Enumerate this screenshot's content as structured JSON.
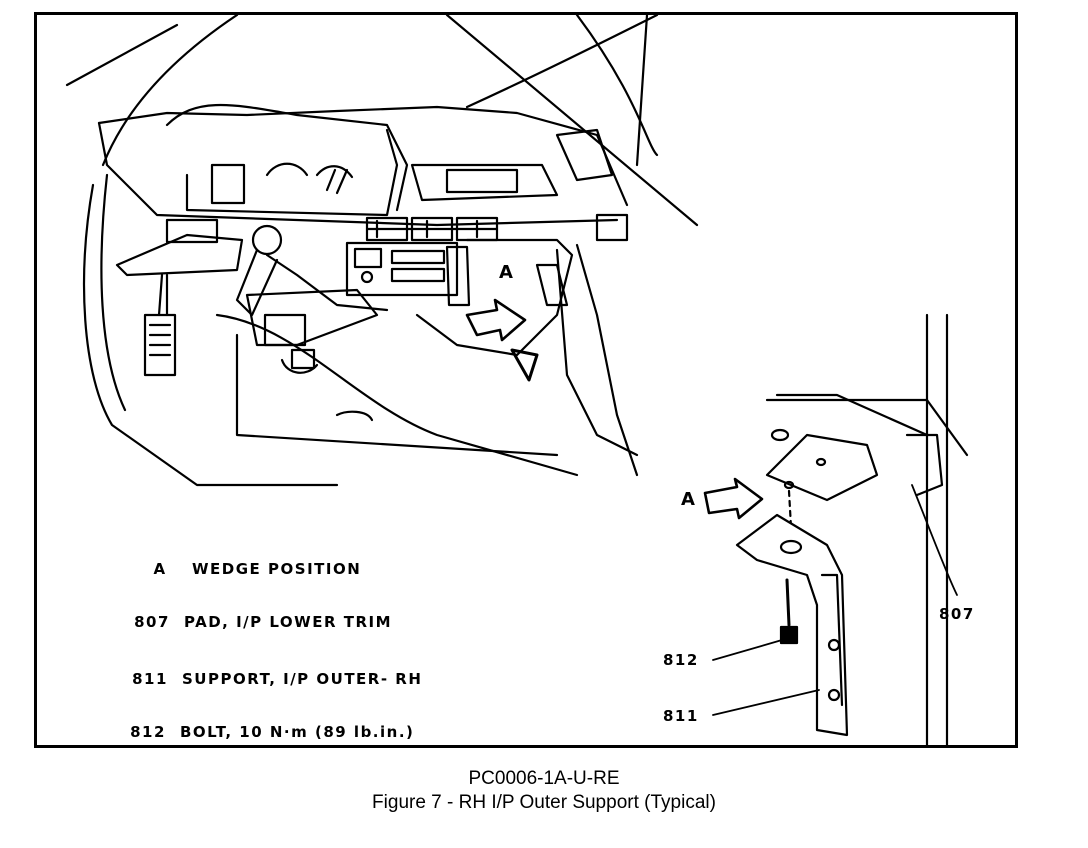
{
  "legend": [
    {
      "code": "A",
      "description": "WEDGE POSITION"
    },
    {
      "code": "807",
      "description": "PAD, I/P LOWER TRIM"
    },
    {
      "code": "811",
      "description": "SUPPORT, I/P OUTER- RH"
    },
    {
      "code": "812",
      "description": "BOLT, 10 N·m (89 lb.in.)"
    }
  ],
  "callouts": {
    "main_view_a": "A",
    "detail_a": "A",
    "detail_807": "807",
    "detail_812": "812",
    "detail_811": "811"
  },
  "caption": {
    "code": "PC0006-1A-U-RE",
    "title": "Figure 7 - RH I/P Outer Support (Typical)"
  }
}
